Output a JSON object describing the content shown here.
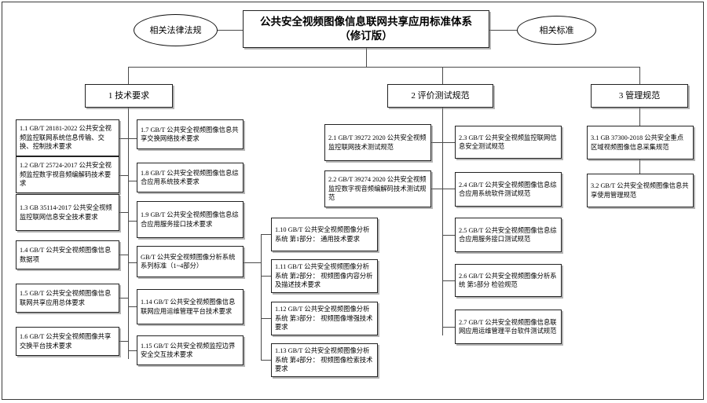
{
  "diagram": {
    "title_box": {
      "line1": "公共安全视频图像信息联网共享应用标准体系",
      "line2": "（修订版）"
    },
    "left_ellipse": "相关法律法规",
    "right_ellipse": "相关标准",
    "branches": [
      {
        "id": "b1",
        "label": "1 技术要求"
      },
      {
        "id": "b2",
        "label": "2 评价测试规范"
      },
      {
        "id": "b3",
        "label": "3 管理规范"
      }
    ],
    "tech_col1": [
      "1.1 GB/T 28181-2022 公共安全视频监控联网系统信息传输、交换、控制技术要求",
      "1.2 GB/T 25724-2017 公共安全视频监控数字视音频编解码技术要求",
      "1.3 GB 35114-2017 公共安全视频监控联网信息安全技术要求",
      "1.4 GB/T 公共安全视频图像信息数据项",
      "1.5 GB/T 公共安全视频图像信息联网共享应用总体要求",
      "1.6 GB/T 公共安全视频图像共享交换平台技术要求"
    ],
    "tech_col2": [
      "1.7 GB/T 公共安全视频图像信息共享交换网络技术要求",
      "1.8 GB/T 公共安全视频图像信息综合应用系统技术要求",
      "1.9 GB/T 公共安全视频图像信息综合应用服务接口技术要求",
      "GB/T 公共安全视频图像分析系统系列标准（1~4部分）",
      "1.14 GB/T 公共安全视频图像信息联网应用运维管理平台技术要求",
      "1.15 GB/T 公共安全视频监控边界安全交互技术要求"
    ],
    "tech_col3": [
      "1.10 GB/T 公共安全视频图像分析系统 第1部分： 通用技术要求",
      "1.11 GB/T 公共安全视频图像分析系统 第2部分： 视频图像内容分析及描述技术要求",
      "1.12 GB/T 公共安全视频图像分析系统 第3部分： 视频图像增强技术要求",
      "1.13 GB/T 公共安全视频图像分析系统 第4部分： 视频图像检索技术要求"
    ],
    "eval_col1": [
      "2.1 GB/T 39272 2020 公共安全视频监控联网技术测试规范",
      "2.2 GB/T 39274 2020 公共安全视频监控数字视音频编解码技术测试规范"
    ],
    "eval_col2": [
      "2.3 GB/T 公共安全视频监控联网信息安全测试规范",
      "2.4 GB/T 公共安全视频图像信息综合应用系统软件测试规范",
      "2.5 GB/T 公共安全视频图像信息综合应用服务接口测试规范",
      "2.6 GB/T 公共安全视频图像分析系统 第5部分 检验规范",
      "2.7 GB/T 公共安全视频图像信息联网应用运维管理平台软件测试规范"
    ],
    "manage_col": [
      "3.1 GB 37300-2018 公共安全重点区域视频图像信息采集规范",
      "3.2 GB/T 公共安全视频图像信息共享使用管理规范"
    ]
  }
}
